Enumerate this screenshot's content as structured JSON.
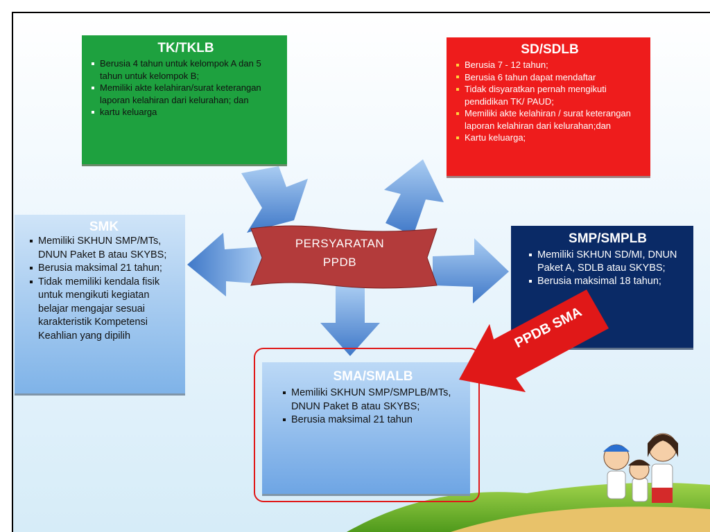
{
  "center": {
    "line1": "PERSYARATAN",
    "line2": "PPDB"
  },
  "tk": {
    "title": "TK/TKLB",
    "items": [
      "Berusia 4 tahun untuk kelompok A dan  5 tahun untuk kelompok B;",
      "Memiliki akte kelahiran/surat keterangan laporan kelahiran dari kelurahan; dan",
      "kartu keluarga"
    ]
  },
  "sd": {
    "title": "SD/SDLB",
    "items": [
      "Berusia 7 - 12 tahun;",
      "Berusia 6 tahun dapat mendaftar",
      "Tidak disyaratkan pernah mengikuti pendidikan TK/ PAUD;",
      "Memiliki akte kelahiran / surat keterangan laporan kelahiran dari kelurahan;dan",
      "Kartu keluarga;"
    ]
  },
  "smk": {
    "title": "SMK",
    "items": [
      "Memiliki SKHUN SMP/MTs, DNUN Paket B atau SKYBS;",
      "Berusia maksimal 21 tahun;",
      "Tidak memiliki kendala fisik untuk mengikuti kegiatan belajar mengajar sesuai karakteristik Kompetensi Keahlian yang dipilih"
    ]
  },
  "smp": {
    "title": "SMP/SMPLB",
    "items": [
      "Memiliki SKHUN SD/MI, DNUN Paket A, SDLB atau SKYBS;",
      "Berusia maksimal 18 tahun;"
    ]
  },
  "sma": {
    "title": "SMA/SMALB",
    "items": [
      "Memiliki SKHUN SMP/SMPLB/MTs, DNUN Paket B atau SKYBS;",
      "Berusia maksimal 21 tahun"
    ]
  },
  "callout": {
    "label": "PPDB SMA"
  },
  "colors": {
    "tk": "#1ea13f",
    "sd": "#ee1c1c",
    "smp": "#0a2a66",
    "banner": "#b33b3b",
    "arrow": "#5b8fd6",
    "callout": "#e01818"
  }
}
